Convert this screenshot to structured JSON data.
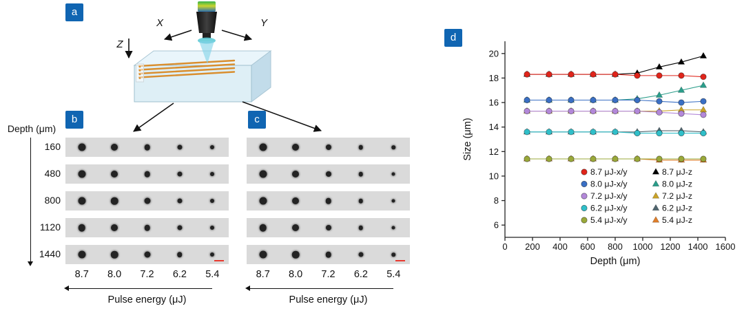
{
  "colors": {
    "badge_blue": "#1065b2",
    "scale_bar_red": "#e8392f",
    "strip_gray": "#dadada",
    "waveguide_orange": "#d98e2e"
  },
  "panel_a": {
    "label": "a",
    "axis_x": "X",
    "axis_y": "Y",
    "axis_z": "Z"
  },
  "depth_axis": {
    "label": "Depth (μm)",
    "values": [
      "160",
      "480",
      "800",
      "1120",
      "1440"
    ]
  },
  "panel_b": {
    "label": "b",
    "energy_ticks": [
      "8.7",
      "8.0",
      "7.2",
      "6.2",
      "5.4"
    ],
    "axis_label": "Pulse energy (μJ)",
    "dot_diameters": [
      [
        11,
        10,
        8.5,
        7,
        6
      ],
      [
        11,
        10,
        8.5,
        7,
        6
      ],
      [
        11,
        10.5,
        9,
        7,
        6
      ],
      [
        10.5,
        10,
        8.5,
        7,
        6
      ],
      [
        11,
        10.5,
        9,
        7.5,
        6
      ]
    ],
    "has_scale_bar": true
  },
  "panel_c": {
    "label": "c",
    "energy_ticks": [
      "8.7",
      "8.0",
      "7.2",
      "6.2",
      "5.4"
    ],
    "axis_label": "Pulse energy (μJ)",
    "dot_diameters": [
      [
        11,
        10,
        8,
        6.5,
        5.5
      ],
      [
        11,
        10,
        8,
        6.5,
        5
      ],
      [
        11,
        10,
        8.5,
        6.5,
        5
      ],
      [
        10.5,
        10,
        8,
        6.5,
        5
      ],
      [
        11,
        10.5,
        8.5,
        7,
        5.5
      ]
    ],
    "has_scale_bar": true
  },
  "panel_d": {
    "label": "d"
  },
  "chart_data": {
    "type": "scatter",
    "x": [
      160,
      320,
      480,
      640,
      800,
      960,
      1120,
      1280,
      1440
    ],
    "xlabel": "Depth (μm)",
    "ylabel": "Size (μm)",
    "xlim": [
      0,
      1600
    ],
    "ylim": [
      5,
      21
    ],
    "xticks": [
      0,
      200,
      400,
      600,
      800,
      1000,
      1200,
      1400,
      1600
    ],
    "yticks": [
      6,
      8,
      10,
      12,
      14,
      16,
      18,
      20
    ],
    "grid": false,
    "legend_position": "lower right",
    "series": [
      {
        "name": "8.7 μJ-x/y",
        "marker": "circle",
        "color": "#e0251b",
        "values": [
          18.3,
          18.3,
          18.3,
          18.3,
          18.3,
          18.2,
          18.2,
          18.2,
          18.1
        ]
      },
      {
        "name": "8.0 μJ-x/y",
        "marker": "circle",
        "color": "#3a6fc4",
        "values": [
          16.2,
          16.2,
          16.2,
          16.2,
          16.2,
          16.2,
          16.1,
          16.0,
          16.1
        ]
      },
      {
        "name": "7.2 μJ-x/y",
        "marker": "circle",
        "color": "#b388d9",
        "values": [
          15.3,
          15.3,
          15.3,
          15.3,
          15.3,
          15.3,
          15.2,
          15.1,
          15.0
        ]
      },
      {
        "name": "6.2 μJ-x/y",
        "marker": "circle",
        "color": "#30bfc9",
        "values": [
          13.6,
          13.6,
          13.6,
          13.6,
          13.6,
          13.5,
          13.5,
          13.5,
          13.5
        ]
      },
      {
        "name": "5.4 μJ-x/y",
        "marker": "circle",
        "color": "#9aa93a",
        "values": [
          11.4,
          11.4,
          11.4,
          11.4,
          11.4,
          11.4,
          11.4,
          11.4,
          11.4
        ]
      },
      {
        "name": "8.7 μJ-z",
        "marker": "triangle",
        "color": "#000000",
        "values": [
          18.3,
          18.3,
          18.3,
          18.3,
          18.3,
          18.4,
          18.9,
          19.3,
          19.8
        ]
      },
      {
        "name": "8.0 μJ-z",
        "marker": "triangle",
        "color": "#2a9d8a",
        "values": [
          16.2,
          16.2,
          16.2,
          16.2,
          16.2,
          16.3,
          16.6,
          17.0,
          17.4
        ]
      },
      {
        "name": "7.2 μJ-z",
        "marker": "triangle",
        "color": "#c9a227",
        "values": [
          15.3,
          15.3,
          15.3,
          15.3,
          15.3,
          15.3,
          15.3,
          15.4,
          15.4
        ]
      },
      {
        "name": "6.2 μJ-z",
        "marker": "triangle",
        "color": "#50666f",
        "values": [
          13.6,
          13.6,
          13.6,
          13.6,
          13.6,
          13.6,
          13.7,
          13.7,
          13.6
        ]
      },
      {
        "name": "5.4 μJ-z",
        "marker": "triangle",
        "color": "#df7e2a",
        "values": [
          11.4,
          11.4,
          11.4,
          11.4,
          11.4,
          11.4,
          11.3,
          11.3,
          11.3
        ]
      }
    ]
  }
}
